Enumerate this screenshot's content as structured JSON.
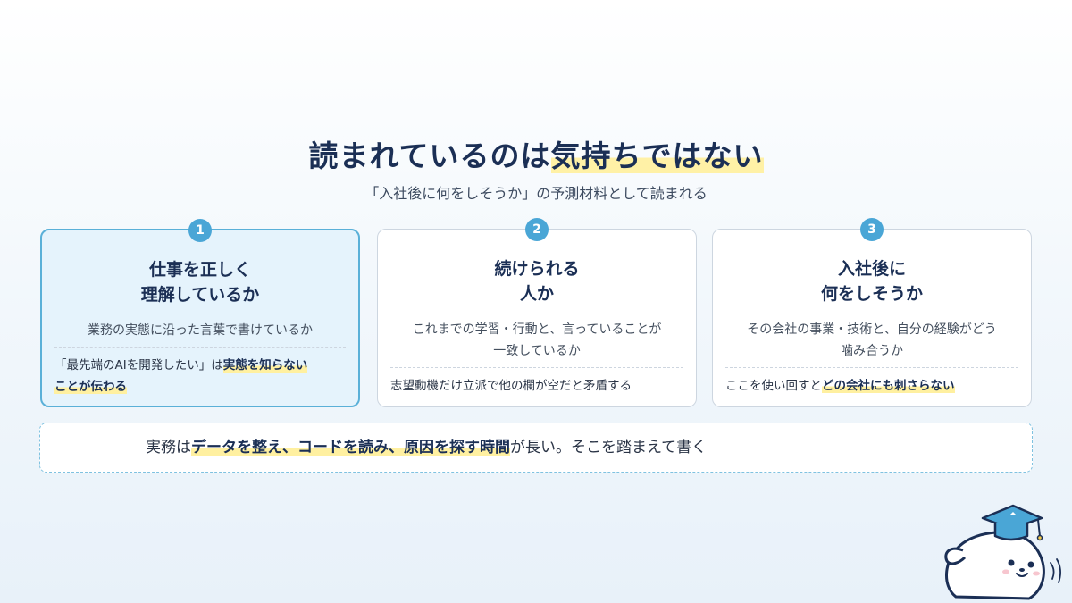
{
  "title": {
    "part1": "読まれているのは",
    "highlight": "気持ちではない"
  },
  "subtitle": "「入社後に何をしそうか」の予測材料として読まれる",
  "cards": [
    {
      "number": "1",
      "title_line1": "仕事を正しく",
      "title_line2": "理解しているか",
      "desc_line1": "業務の実態に沿った言葉で書けているか",
      "desc_line2": "",
      "note_pre": "「最先端のAIを開発したい」は",
      "note_bold_1": "実態を知らない",
      "note_bold_2": "ことが伝わる",
      "note_post": ""
    },
    {
      "number": "2",
      "title_line1": "続けられる",
      "title_line2": "人か",
      "desc_line1": "これまでの学習・行動と、言っていることが",
      "desc_line2": "一致しているか",
      "note_pre": "志望動機だけ立派で他の欄が空だと矛盾する",
      "note_bold_1": "",
      "note_bold_2": "",
      "note_post": ""
    },
    {
      "number": "3",
      "title_line1": "入社後に",
      "title_line2": "何をしそうか",
      "desc_line1": "その会社の事業・技術と、自分の経験がどう",
      "desc_line2": "噛み合うか",
      "note_pre": "ここを使い回すと",
      "note_bold_1": "どの会社にも刺さらない",
      "note_bold_2": "",
      "note_post": ""
    }
  ],
  "bottom": {
    "pre": "実務は",
    "bold": "データを整え、コードを読み、原因を探す時間",
    "post": "が長い。そこを踏まえて書く"
  },
  "mascot": {
    "icon": "seal-mascot-with-graduation-cap-icon"
  },
  "colors": {
    "accent": "#4aa6d6",
    "highlight": "#fff0a0",
    "navy": "#1b2f55"
  }
}
